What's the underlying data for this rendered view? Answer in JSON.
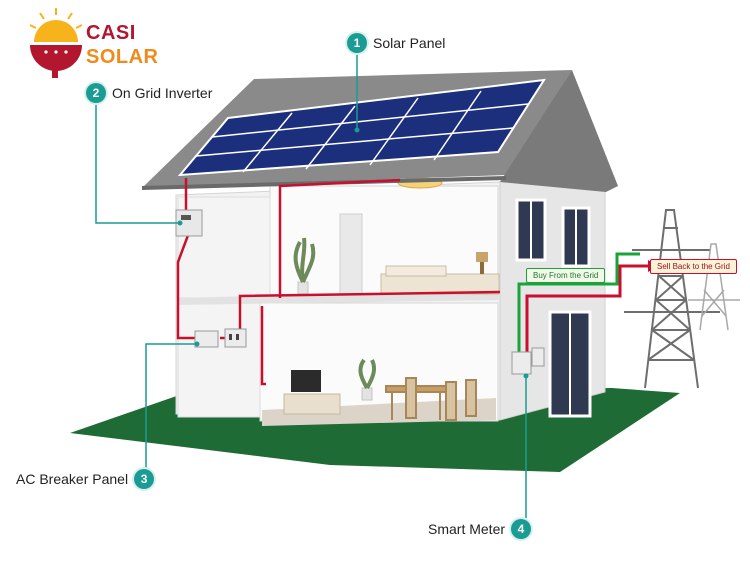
{
  "logo": {
    "line1": "CASI",
    "line2": "SOLAR",
    "line1_color": "#b3162f",
    "line2_color": "#f08a1c"
  },
  "callouts": [
    {
      "number": "1",
      "label": "Solar Panel"
    },
    {
      "number": "2",
      "label": "On Grid Inverter"
    },
    {
      "number": "3",
      "label": "AC Breaker Panel"
    },
    {
      "number": "4",
      "label": "Smart Meter"
    }
  ],
  "flow_labels": {
    "buy": "Buy From the Grid",
    "sell": "Sell Back to the Grid"
  },
  "colors": {
    "accent_teal": "#1a9c94",
    "wire_red": "#c8102e",
    "arrow_green": "#1aa33a",
    "lawn": "#1e6b35"
  }
}
